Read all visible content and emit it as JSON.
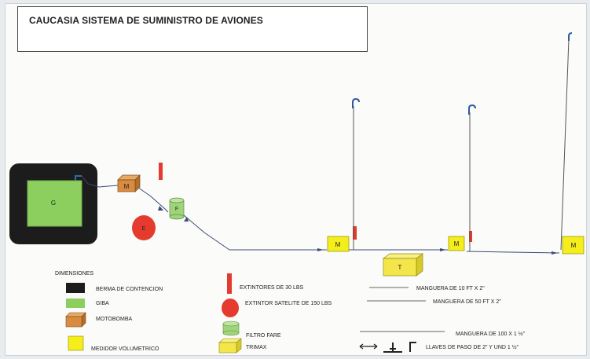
{
  "title": "CAUCASIA SISTEMA DE SUMINISTRO DE AVIONES",
  "diagram": {
    "berma_label": "G",
    "motobomba_label": "M",
    "satelite_label": "E",
    "filtro_label": "F",
    "medidor_labels": [
      "M",
      "M",
      "M"
    ],
    "trimax_label": "T"
  },
  "legend": {
    "heading": "DIMENSIONES",
    "items": {
      "berma": "BERMA DE CONTENCION",
      "giba": "GIBA",
      "motobomba": "MOTOBOMBA",
      "medidor": "MEDIDOR VOLUMETRICO",
      "extintores": "EXTINTORES DE 30 LBS",
      "satelite": "EXTINTOR SATELITE DE 150 LBS",
      "filtro": "FILTRO FARE",
      "trimax": "TRIMAX",
      "manguera_10": "MANGUERA DE 10 FT X 2\"",
      "manguera_50": "MANGUERA DE 50 FT X 2\"",
      "manguera_100": "MANGUERA DE 100 X 1 ½\"",
      "llaves": "LLAVES DE PASO DE 2\" Y UND 1 ½\""
    }
  },
  "colors": {
    "berma": "#1c1c1c",
    "giba": "#8ccf5e",
    "motobomba": "#d98c3f",
    "medidor": "#f4ee1a",
    "extintor": "#e53a2e",
    "filtro": "#9ed47a",
    "trimax": "#f4e64a",
    "hose": "#3c4a78"
  }
}
